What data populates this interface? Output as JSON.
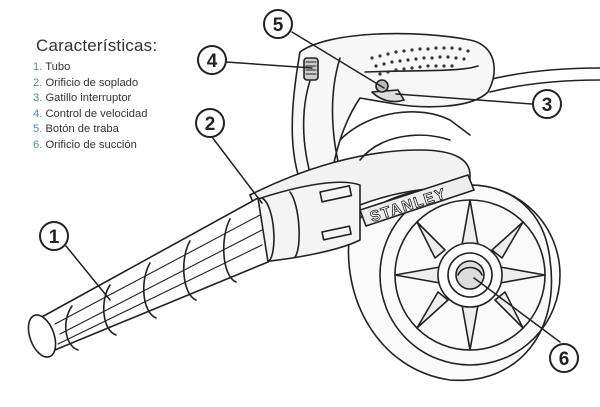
{
  "legend": {
    "title": "Características:",
    "items": [
      {
        "num": "1.",
        "label": "Tubo"
      },
      {
        "num": "2.",
        "label": "Orificio de soplado"
      },
      {
        "num": "3.",
        "label": "Gatillo interruptor"
      },
      {
        "num": "4.",
        "label": "Control de velocidad"
      },
      {
        "num": "5.",
        "label": "Botón de traba"
      },
      {
        "num": "6.",
        "label": "Orificio de succión"
      }
    ]
  },
  "brand": "STANLEY",
  "callouts": [
    {
      "label": "1"
    },
    {
      "label": "2"
    },
    {
      "label": "3"
    },
    {
      "label": "4"
    },
    {
      "label": "5"
    },
    {
      "label": "6"
    }
  ],
  "colors": {
    "legend_number": "#4a8fa0",
    "line": "#222222",
    "text": "#333333"
  }
}
